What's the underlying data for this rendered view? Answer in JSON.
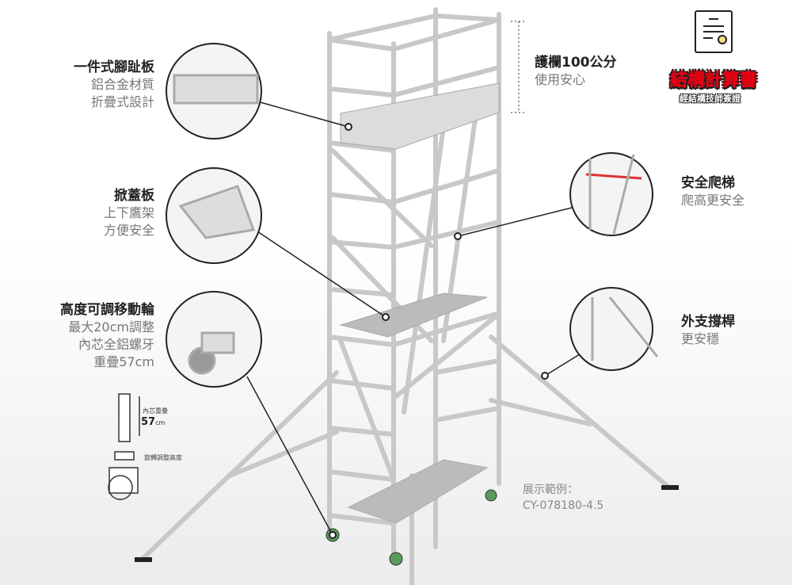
{
  "features": [
    {
      "title": "一件式腳趾板",
      "lines": [
        "鋁合金材質",
        "折疊式設計"
      ]
    },
    {
      "title": "掀蓋板",
      "lines": [
        "上下鷹架",
        "方便安全"
      ]
    },
    {
      "title": "高度可調移動輪",
      "lines": [
        "最大20cm調整",
        "內芯全鋁螺牙",
        "重疊57cm"
      ]
    },
    {
      "title": "護欄100公分",
      "lines": [
        "使用安心"
      ]
    },
    {
      "title": "安全爬梯",
      "lines": [
        "爬高更安全"
      ]
    },
    {
      "title": "外支撐桿",
      "lines": [
        "更安穩"
      ]
    }
  ],
  "badge": {
    "title": "結構計算書",
    "subtitle": "經結構技師簽證",
    "icon": "certificate-icon",
    "color": "#e60012"
  },
  "wheel_diagram": {
    "overlap_label": "內芯重疊",
    "overlap_value": "57",
    "overlap_unit": "cm",
    "rotate_label": "旋轉調整高度"
  },
  "example": {
    "label": "展示範例：",
    "model": "CY-078180-4.5"
  }
}
